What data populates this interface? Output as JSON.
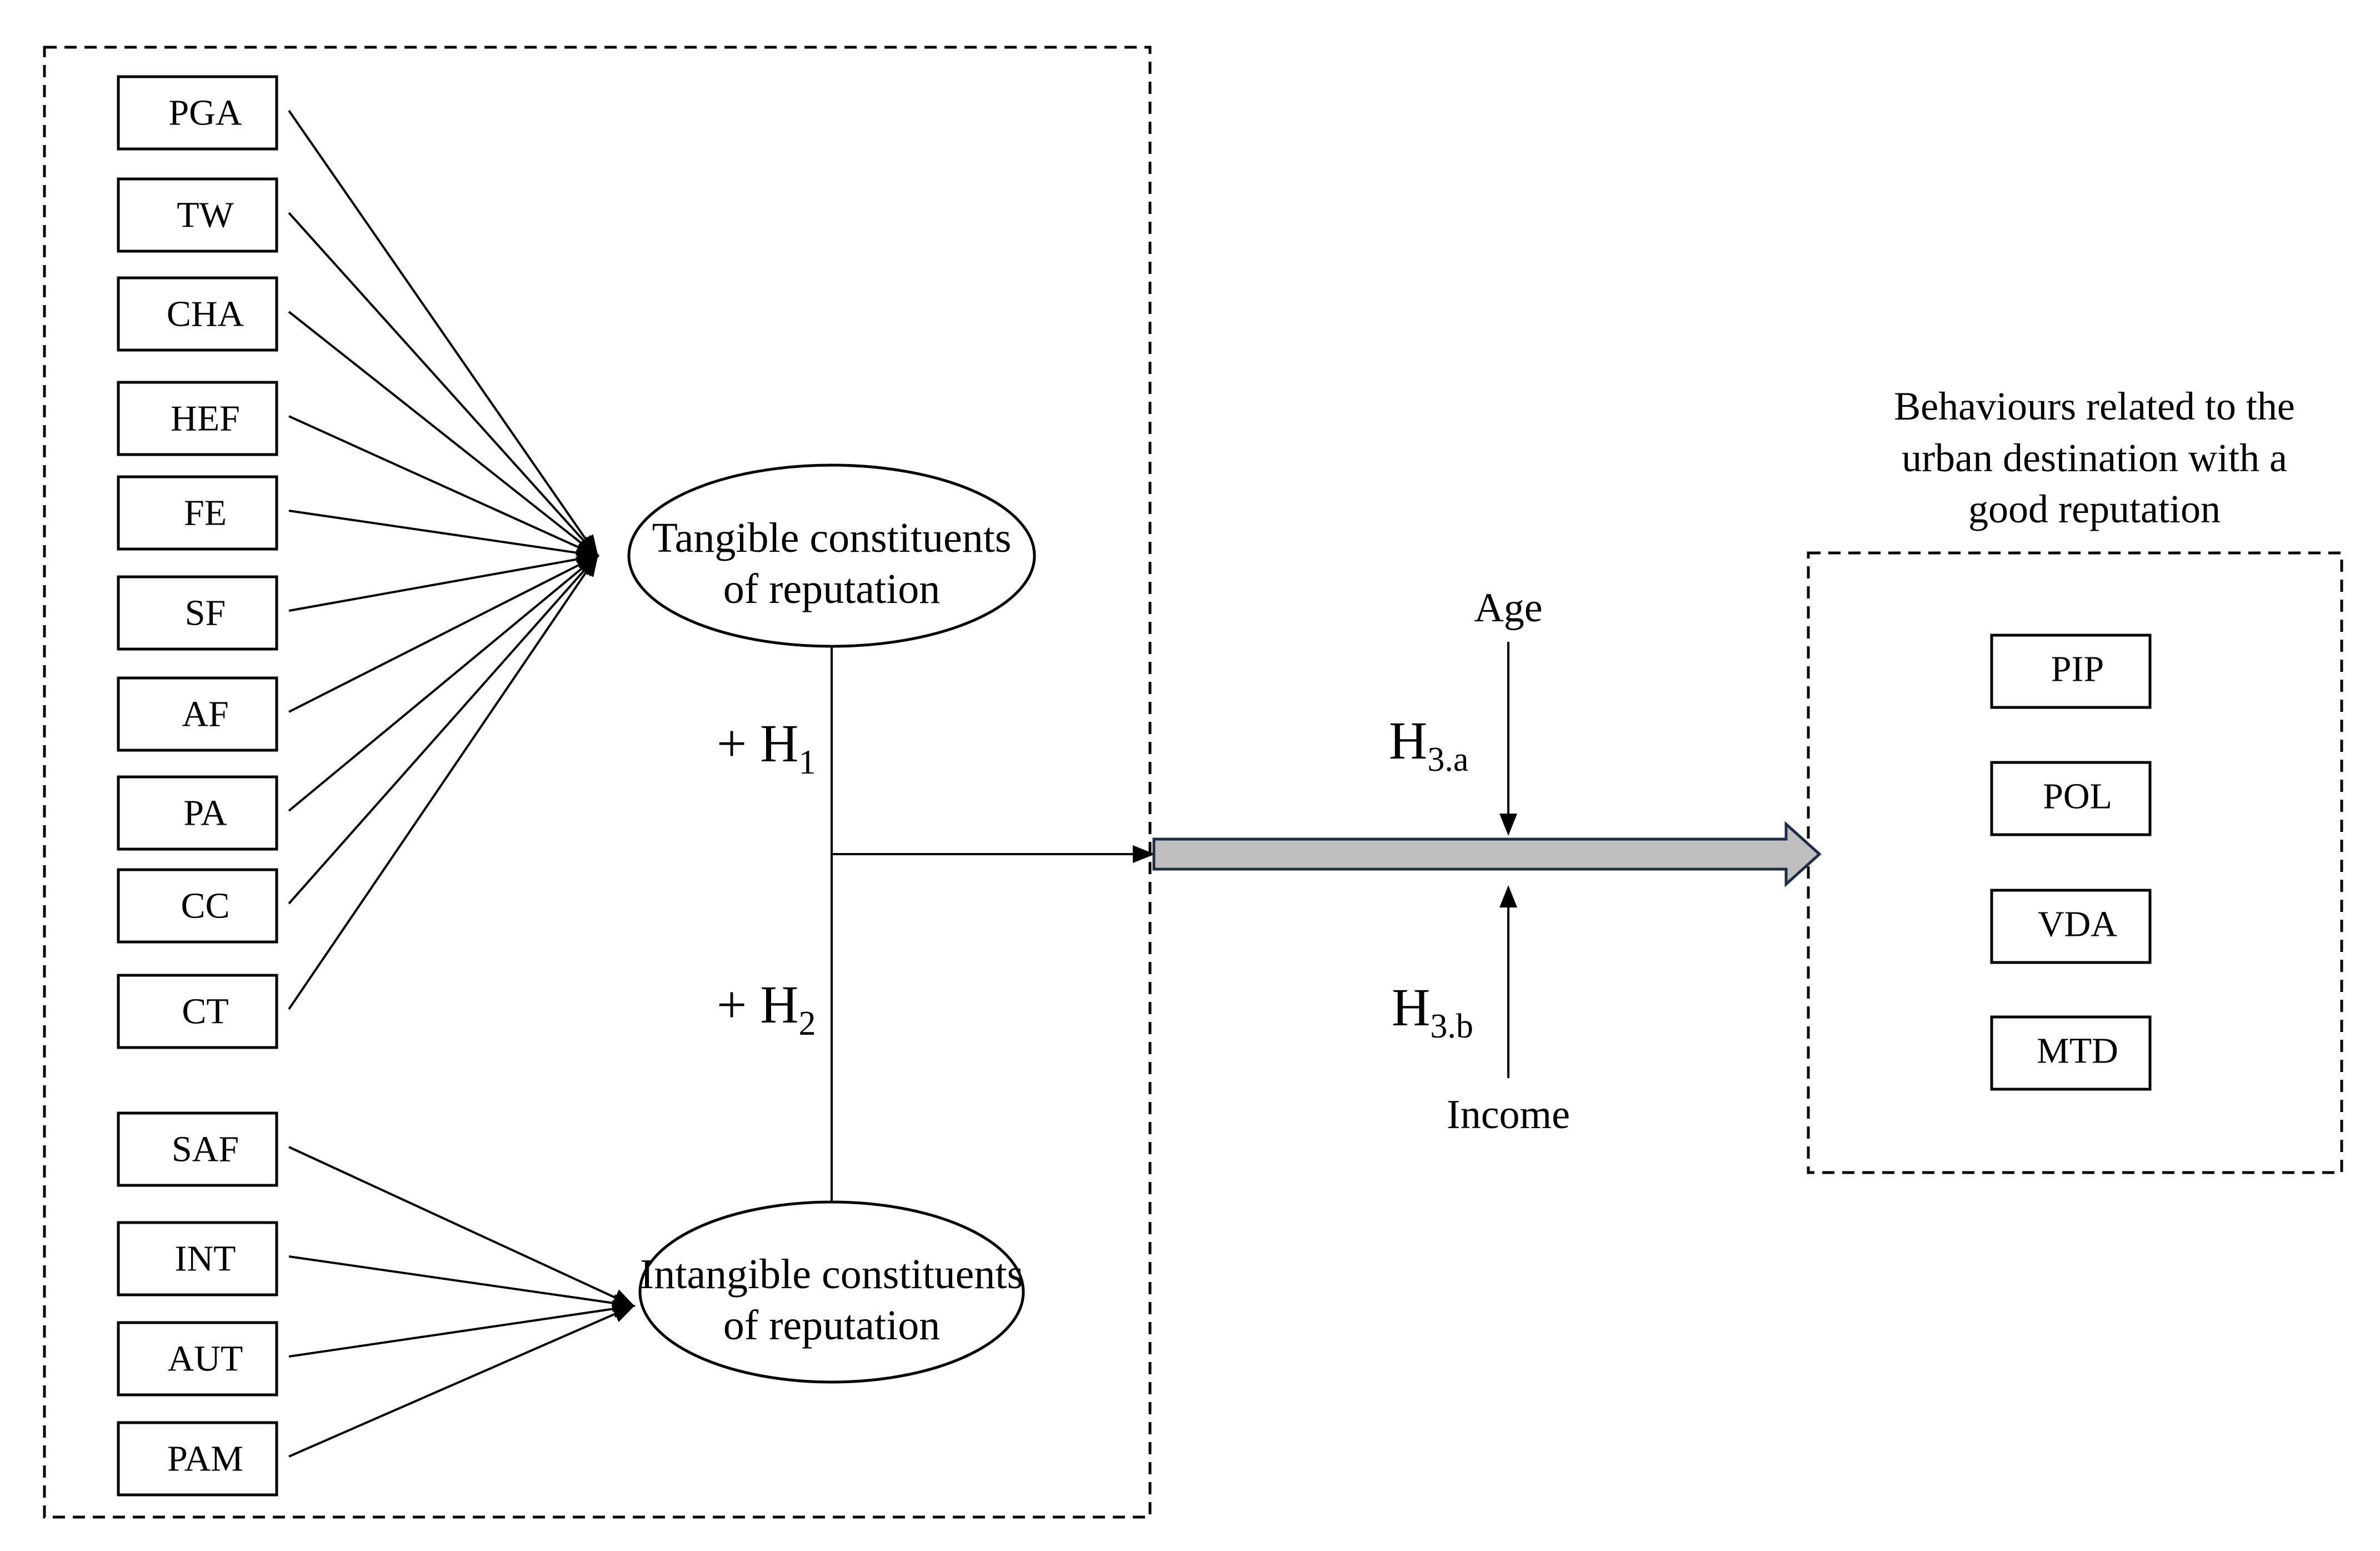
{
  "diagram": {
    "type": "conceptual-model",
    "tangible_indicators": [
      "PGA",
      "TW",
      "CHA",
      "HEF",
      "FE",
      "SF",
      "AF",
      "PA",
      "CC",
      "CT"
    ],
    "intangible_indicators": [
      "SAF",
      "INT",
      "AUT",
      "PAM"
    ],
    "tangible_construct": {
      "line1": "Tangible constituents",
      "line2": "of reputation"
    },
    "intangible_construct": {
      "line1": "Intangible constituents",
      "line2": "of reputation"
    },
    "hypotheses": {
      "h1": {
        "prefix": "+ H",
        "sub": "1"
      },
      "h2": {
        "prefix": "+ H",
        "sub": "2"
      },
      "h3a": {
        "prefix": "H",
        "sub": "3.a"
      },
      "h3b": {
        "prefix": "H",
        "sub": "3.b"
      }
    },
    "moderators": {
      "top": "Age",
      "bottom": "Income"
    },
    "outcome": {
      "title_lines": [
        "Behaviours related to the",
        "urban destination with a",
        "good reputation"
      ],
      "items": [
        "PIP",
        "POL",
        "VDA",
        "MTD"
      ]
    },
    "colors": {
      "main_arrow_fill": "#bfbfbf",
      "main_arrow_stroke": "#1f2d45",
      "line": "#000000"
    }
  }
}
